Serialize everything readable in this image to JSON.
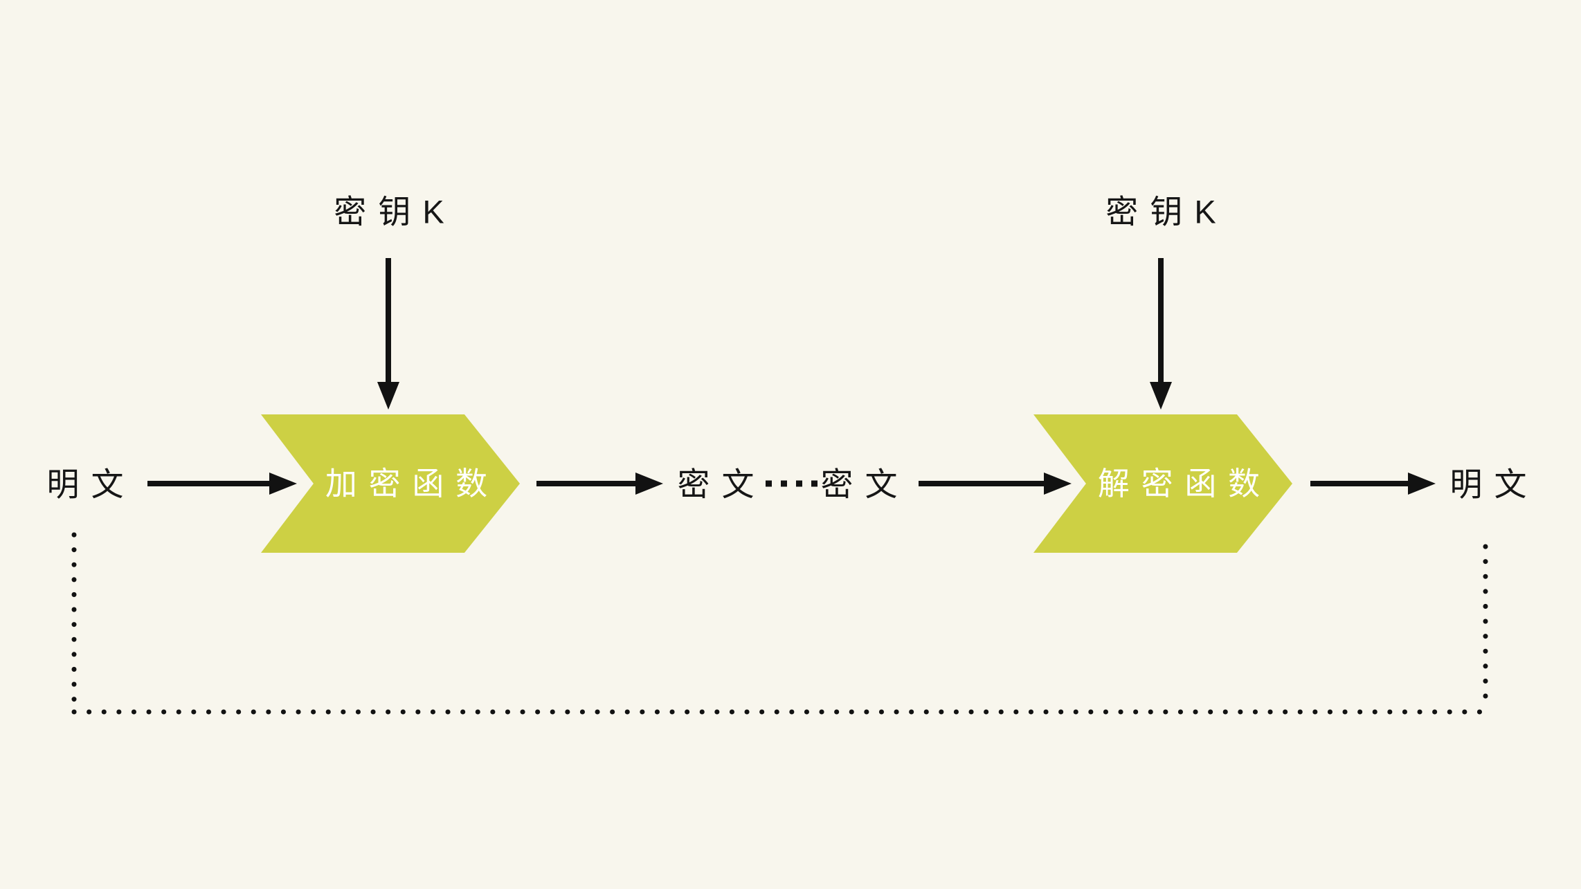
{
  "colors": {
    "background": "#f8f6ed",
    "shape": "#cdd044",
    "shape_text": "#ffffff",
    "text": "#161616",
    "line": "#121212"
  },
  "nodes": {
    "key_left": {
      "label": "密 钥 K"
    },
    "key_right": {
      "label": "密 钥 K"
    },
    "plaintext_left": {
      "label": "明 文"
    },
    "encrypt_function": {
      "label": "加 密 函 数"
    },
    "ciphertext_left": {
      "label": "密 文"
    },
    "ciphertext_right": {
      "label": "密 文"
    },
    "decrypt_function": {
      "label": "解 密 函 数"
    },
    "plaintext_right": {
      "label": "明 文"
    }
  }
}
